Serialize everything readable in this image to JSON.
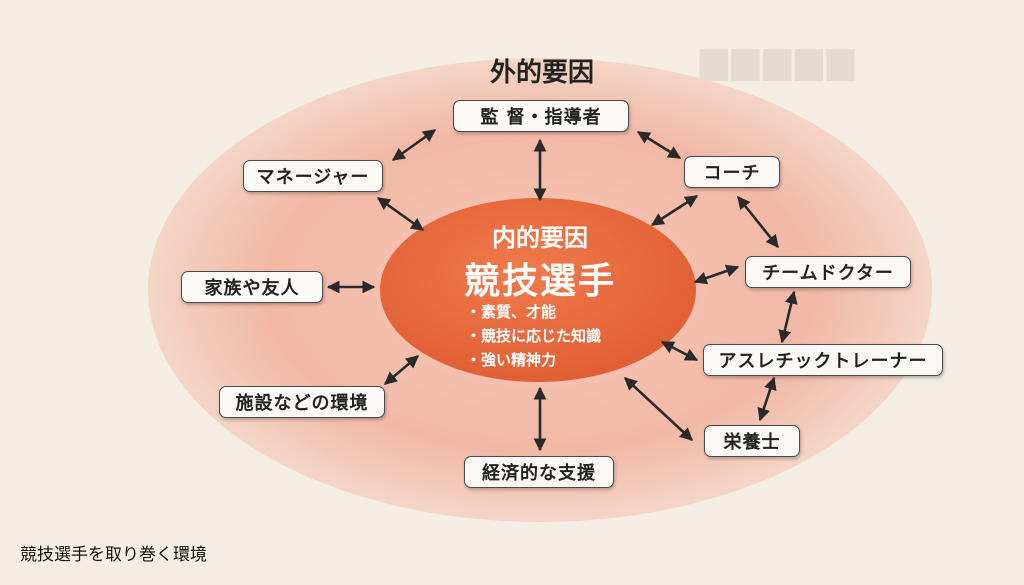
{
  "outer_title": "外的要因",
  "inner_title": "内的要因",
  "center_name": "競技選手",
  "inner_traits": [
    "素質、才能",
    "競技に応じた知識",
    "強い精神力"
  ],
  "nodes": {
    "director": "監 督・指導者",
    "manager": "マネージャー",
    "coach": "コーチ",
    "family": "家族や友人",
    "team_doctor": "チームドクター",
    "facilities": "施設などの環境",
    "trainer": "アスレチックトレーナー",
    "nutritionist": "栄養士",
    "economic": "経済的な支援"
  },
  "caption": "競技選手を取り巻く環境",
  "colors": {
    "background": "#f3ede4",
    "outer_ellipse": "#f2b8a6",
    "inner_ellipse": "#e66a3c",
    "box_border": "#4a4a4a",
    "arrow": "#2a2a2a"
  }
}
